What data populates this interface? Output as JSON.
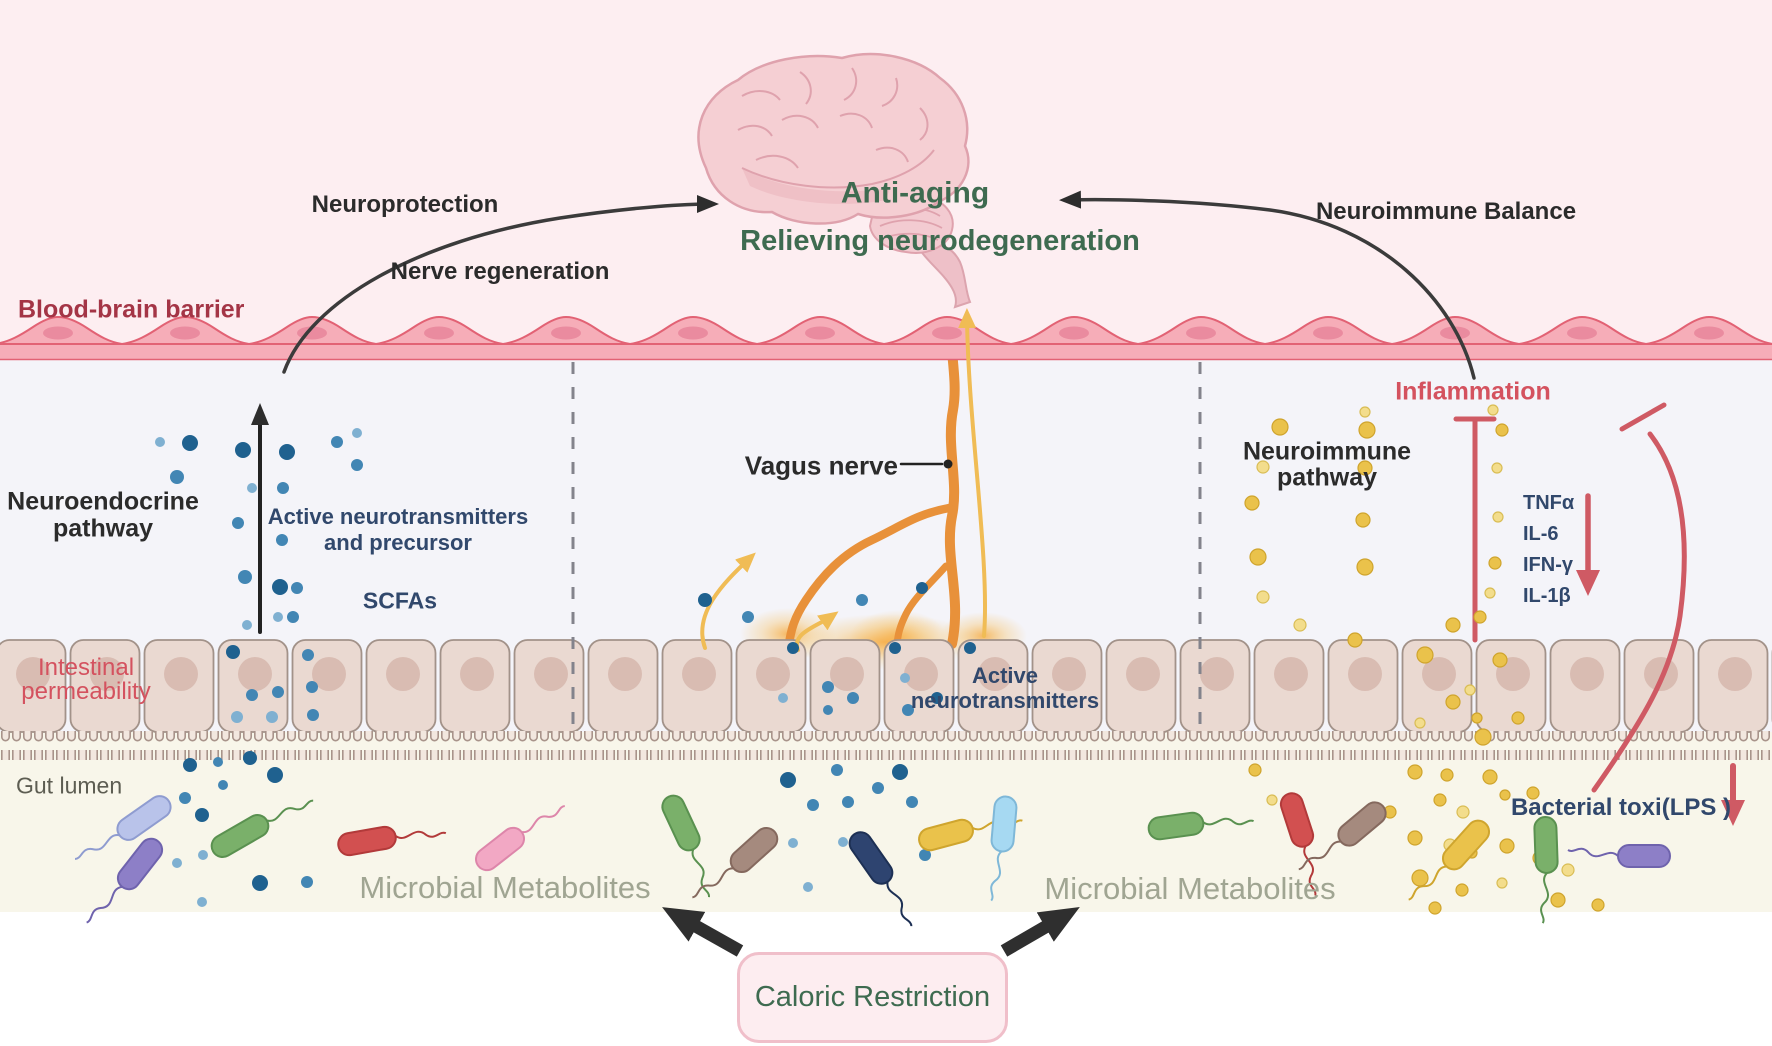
{
  "figure": {
    "brain_caption": {
      "line1": "Anti-aging",
      "line2": "Relieving neurodegeneration"
    },
    "upper": {
      "neuroprotection": "Neuroprotection",
      "nerve_regeneration": "Nerve regeneration",
      "neuroimmune_balance": "Neuroimmune Balance"
    },
    "blood_brain_barrier": "Blood-brain barrier",
    "neuroendocrine": {
      "title1": "Neuroendocrine",
      "title2": "pathway",
      "molecules1": "Active neurotransmitters",
      "molecules2": "and precursor",
      "scfas": "SCFAs"
    },
    "vagus": {
      "label": "Vagus nerve",
      "nt1": "Active",
      "nt2": "neurotransmitters"
    },
    "neuroimmune": {
      "title1": "Neuroimmune",
      "title2": "pathway",
      "inflammation": "Inflammation",
      "cytokines": [
        "TNFα",
        "IL-6",
        "IFN-γ",
        "IL-1β"
      ],
      "lps": "Bacterial toxi(LPS )"
    },
    "gut": {
      "permeability1": "Intestinal",
      "permeability2": "permeability",
      "lumen": "Gut lumen",
      "metabolites_left": "Microbial Metabolites",
      "metabolites_right": "Microbial Metabolites"
    },
    "caloric_restriction": "Caloric Restriction",
    "colors": {
      "green_accent": "#3e6b50",
      "red_accent": "#cf5a64",
      "navy_accent": "#31486c",
      "nerve_orange": "#e8913a",
      "barrier_pink": "#f6adb8",
      "epithelium_tan": "#ead9d1",
      "bbb_text": "#a43546",
      "metabolites_gray": "#a0a592",
      "dot_blue_dark": "#1f618f",
      "dot_yellow": "#eac24b"
    }
  }
}
